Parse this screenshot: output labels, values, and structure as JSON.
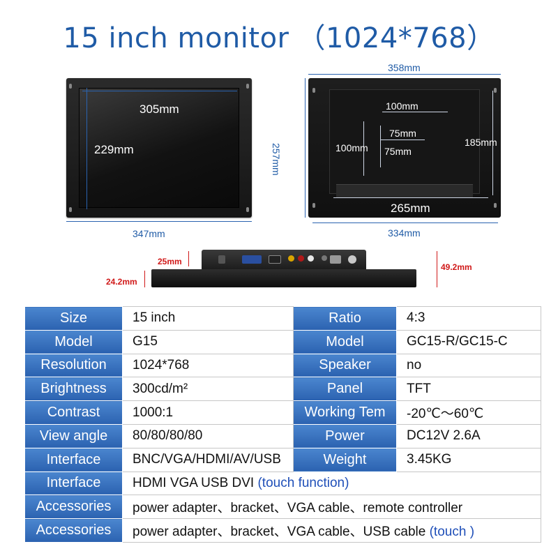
{
  "title": {
    "main": "15 inch monitor",
    "resolution": "（1024*768）"
  },
  "dimensions": {
    "front_screen_width": "305mm",
    "front_screen_height": "229mm",
    "front_outer_width": "347mm",
    "back_outer_width": "358mm",
    "back_outer_height": "257mm",
    "back_vesa_h1": "100mm",
    "back_vesa_v1": "100mm",
    "back_vesa_h2": "75mm",
    "back_vesa_v2": "75mm",
    "back_inner_height": "185mm",
    "back_inner_width": "265mm",
    "back_bottom_width": "334mm",
    "side_top_depth": "25mm",
    "side_bottom_depth": "24.2mm",
    "side_total_depth": "49.2mm"
  },
  "specs": {
    "rows": [
      {
        "k1": "Size",
        "v1": "15 inch",
        "k2": "Ratio",
        "v2": "4:3"
      },
      {
        "k1": "Model",
        "v1": "G15",
        "k2": "Model",
        "v2": "GC15-R/GC15-C"
      },
      {
        "k1": "Resolution",
        "v1": "1024*768",
        "k2": "Speaker",
        "v2": "no"
      },
      {
        "k1": "Brightness",
        "v1": "300cd/m²",
        "k2": "Panel",
        "v2": "TFT"
      },
      {
        "k1": "Contrast",
        "v1": "1000:1",
        "k2": "Working Tem",
        "v2": "-20℃～60℃"
      },
      {
        "k1": "View angle",
        "v1": "80/80/80/80",
        "k2": "Power",
        "v2": "DC12V   2.6A"
      },
      {
        "k1": "Interface",
        "v1": "BNC/VGA/HDMI/AV/USB",
        "k2": "Weight",
        "v2": "3.45KG"
      }
    ],
    "wide_rows": [
      {
        "k": "Interface",
        "v": "HDMI  VGA  USB  DVI ",
        "note": "(touch function)"
      },
      {
        "k": "Accessories",
        "v": "power adapter、bracket、VGA cable、remote controller",
        "note": ""
      },
      {
        "k": "Accessories",
        "v": "power adapter、bracket、VGA cable、USB cable ",
        "note": "(touch )"
      }
    ]
  },
  "colors": {
    "title": "#1f5ba6",
    "header_cell": "#2b62b0",
    "dimension_red": "#d01818"
  }
}
